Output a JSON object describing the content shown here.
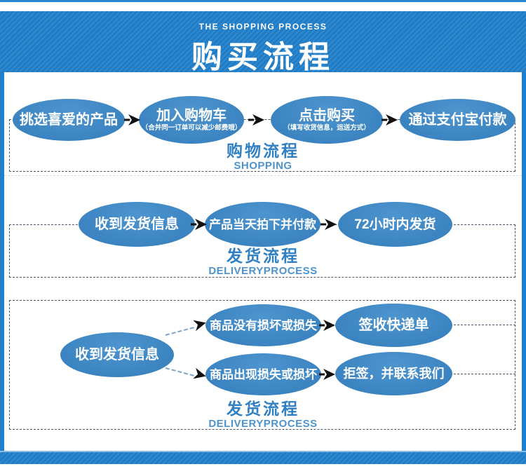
{
  "header": {
    "ribbon": "THE SHOPPING PROCESS",
    "title": "购买流程"
  },
  "colors": {
    "banner_blue": "#2180cb",
    "ellipse_blue": "#3a83c0",
    "label_blue": "#3180c3",
    "dash_border": "#4a5568",
    "arrow_black": "#111111"
  },
  "sections": [
    {
      "label_zh": "购物流程",
      "label_en": "SHOPPING",
      "nodes": [
        {
          "label": "挑选喜爱的产品"
        },
        {
          "label": "加入购物车",
          "sub": "（合并同一订单可以减少邮费哦）"
        },
        {
          "label": "点击购买",
          "sub": "（填写收货信息，运送方式）"
        },
        {
          "label": "通过支付宝付款"
        }
      ]
    },
    {
      "label_zh": "发货流程",
      "label_en": "DELIVERYPROCESS",
      "nodes": [
        {
          "label": "收到发货信息"
        },
        {
          "label": "产品当天拍下并付款"
        },
        {
          "label": "72小时内发货"
        }
      ]
    },
    {
      "label_zh": "发货流程",
      "label_en": "DELIVERYPROCESS",
      "start": {
        "label": "收到发货信息"
      },
      "branches": [
        {
          "condition": "商品没有损坏或损失",
          "result": "签收快递单"
        },
        {
          "condition": "商品出现损失或损坏",
          "result": "拒签，并联系我们"
        }
      ]
    }
  ]
}
